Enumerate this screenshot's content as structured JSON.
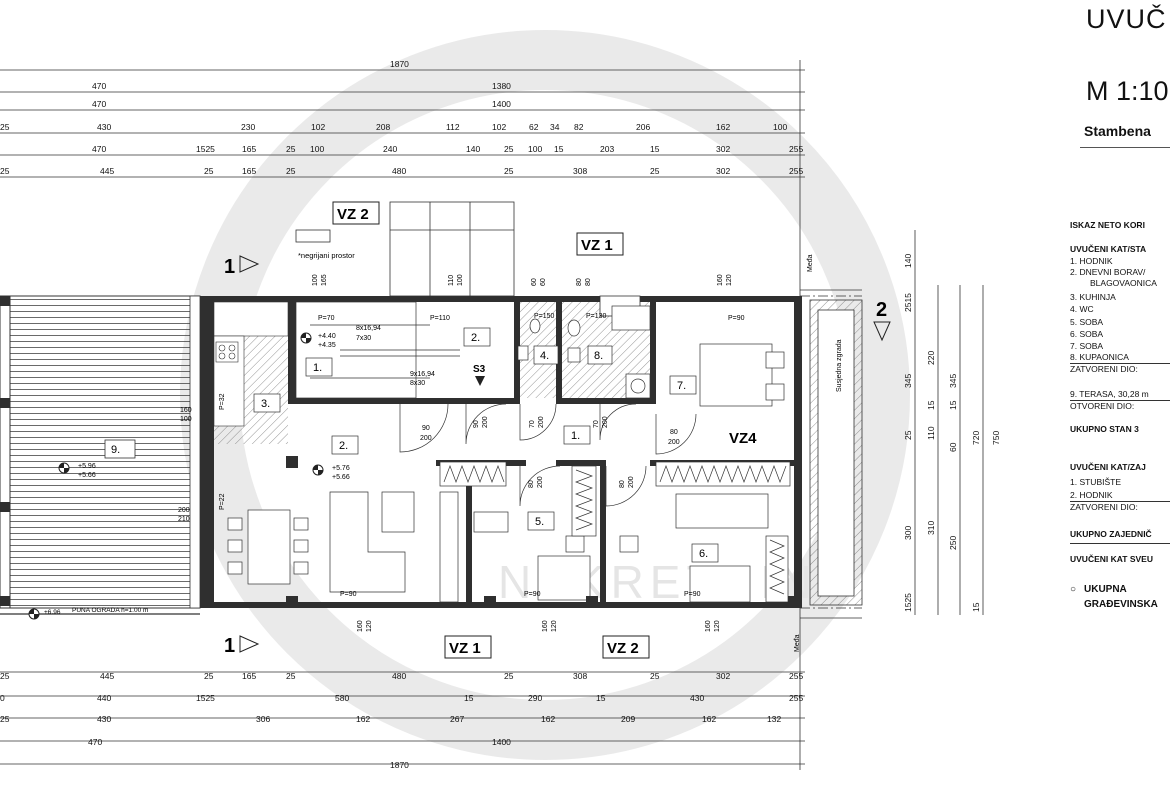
{
  "title": "UVUČ",
  "scale": "M 1:10",
  "subtitle": "Stambena",
  "watermark": "NEKRETNINE",
  "colors": {
    "wall": "#2f2f2f",
    "watermark": "#d9d9d9",
    "line": "#333333"
  },
  "dims": {
    "total_top": "1870",
    "total_bottom": "1870",
    "t1": [
      "470",
      "1380"
    ],
    "t2": [
      "470",
      "1400"
    ],
    "t3": [
      "25",
      "430",
      "230",
      "102",
      "208",
      "112",
      "102",
      "62",
      "34",
      "82",
      "206",
      "162",
      "100"
    ],
    "t4": [
      "470",
      "1525",
      "165",
      "25",
      "100",
      "240",
      "140",
      "25",
      "100",
      "15",
      "203",
      "15",
      "302",
      "255"
    ],
    "t5": [
      "25",
      "445",
      "25",
      "165",
      "25",
      "480",
      "25",
      "308",
      "25",
      "302",
      "255"
    ],
    "b1": [
      "25",
      "445",
      "25",
      "165",
      "25",
      "480",
      "25",
      "308",
      "25",
      "302",
      "255"
    ],
    "b2": [
      "0",
      "440",
      "1525",
      "580",
      "15",
      "290",
      "15",
      "430",
      "255"
    ],
    "b3": [
      "25",
      "430",
      "306",
      "162",
      "267",
      "162",
      "209",
      "162",
      "132"
    ],
    "b4": [
      "470",
      "1400"
    ],
    "right": [
      "140",
      "2515",
      "345",
      "25",
      "110",
      "15",
      "220",
      "345",
      "15",
      "60",
      "720",
      "750",
      "300",
      "310",
      "250",
      "1525",
      "15"
    ]
  },
  "labels": {
    "vz2_top": "VZ 2",
    "vz1_top": "VZ 1",
    "vz1_bottom": "VZ 1",
    "vz2_bottom": "VZ 2",
    "vz4": "VZ4",
    "section_1_top": "1",
    "section_1_bottom": "1",
    "section_2": "2",
    "negrijani": "*negrijani prostor",
    "meda_top": "Međa",
    "meda_bottom": "Međa",
    "susjedna": "Susjedna zgrada",
    "s3": "S3",
    "puna_ograda": "PUNA OGRADA h=1.00 m",
    "stair_1": "8x16,94",
    "stair_2": "7x30",
    "stair_3": "9x16,94",
    "stair_4": "8x30"
  },
  "rooms": [
    {
      "n": "1."
    },
    {
      "n": "2."
    },
    {
      "n": "3."
    },
    {
      "n": "4."
    },
    {
      "n": "8."
    },
    {
      "n": "7."
    },
    {
      "n": "2."
    },
    {
      "n": "1."
    },
    {
      "n": "5."
    },
    {
      "n": "6."
    },
    {
      "n": "9."
    }
  ],
  "levels": {
    "l1a": "+4.40",
    "l1b": "+4.35",
    "l2a": "+5.76",
    "l2b": "+5.66",
    "l9a": "+5.96",
    "l9b": "+5.66",
    "l_bottom": "+6.96"
  },
  "openings": {
    "p70": "P=70",
    "p110": "P=110",
    "p150": "P=150",
    "p130": "P=130",
    "p90a": "P=90",
    "p22": "P=22",
    "p90b": "P=90",
    "p90c": "P=90",
    "p90d": "P=90",
    "top1": [
      "100",
      "165"
    ],
    "top2": [
      "110",
      "100"
    ],
    "top3": [
      "60",
      "60"
    ],
    "top4": [
      "80",
      "80"
    ],
    "top5": [
      "160",
      "120"
    ],
    "bot1": [
      "160",
      "120"
    ],
    "bot2": [
      "160",
      "120"
    ],
    "bot3": [
      "160",
      "120"
    ],
    "door_a": [
      "90",
      "200"
    ],
    "door_b": [
      "90",
      "200"
    ],
    "door_c": [
      "70",
      "200"
    ],
    "door_d": [
      "70",
      "200"
    ],
    "door_e": [
      "80",
      "200"
    ],
    "door_f": [
      "80",
      "200"
    ],
    "door_g": [
      "80",
      "200"
    ],
    "win_left": [
      "160",
      "100"
    ],
    "win_mid": [
      "200",
      "210"
    ],
    "p32": "P=32"
  },
  "legend": {
    "heading": "ISKAZ NETO KORI",
    "section1": "UVUČENI KAT/STA",
    "items": [
      "1.   HODNIK",
      "2.   DNEVNI BORAV/",
      "BLAGOVAONICA",
      "3.   KUHINJA",
      "4.   WC",
      "5.   SOBA",
      "6.   SOBA",
      "7.   SOBA",
      "8.   KUPAONICA"
    ],
    "zatvoreni1": "ZATVORENI DIO:",
    "terasa": "9.   TERASA, 30,28 m",
    "otvoreni": "OTVORENI DIO:",
    "ukupno_stan": "UKUPNO STAN 3",
    "section2": "UVUČENI KAT/ZAJ",
    "items2": [
      "1.   STUBIŠTE",
      "2.   HODNIK"
    ],
    "zatvoreni2": "ZATVORENI DIO:",
    "ukupno_zaj": "UKUPNO ZAJEDNIČ",
    "ukupno_kat": "UVUČENI KAT SVEU",
    "ukupna1": "UKUPNA",
    "ukupna2": "GRAĐEVINSKA"
  }
}
